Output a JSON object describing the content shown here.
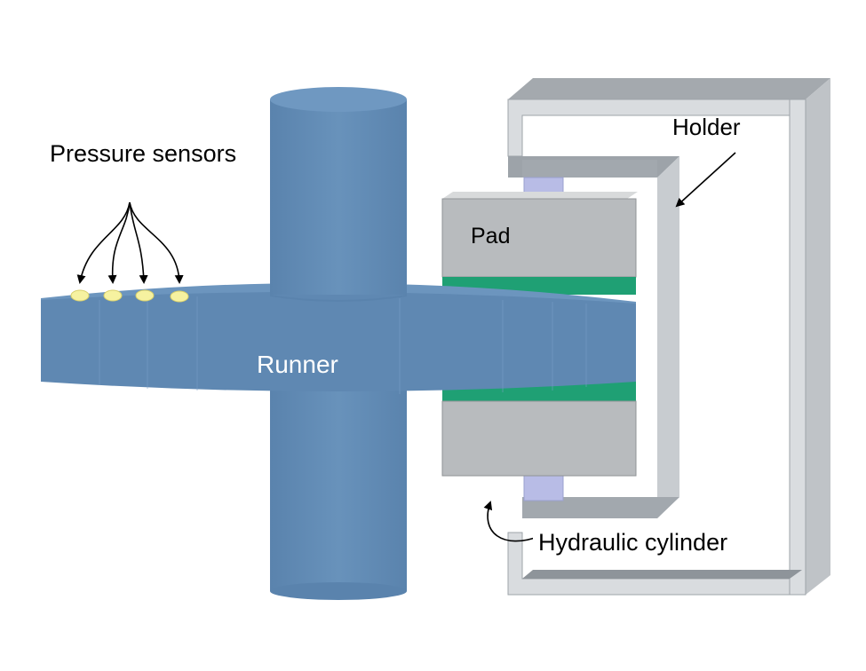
{
  "labels": {
    "pressure_sensors": "Pressure sensors",
    "holder": "Holder",
    "pad": "Pad",
    "runner": "Runner",
    "hydraulic_cylinder": "Hydraulic cylinder"
  },
  "colors": {
    "runner_body": "#5f88b2",
    "runner_top": "#6b94bd",
    "holder": "#d6d9dd",
    "holder_edge": "#9aa1a8",
    "pad": "#b6b9bc",
    "pad_face": "#c9cbcd",
    "film": "#1fa074",
    "cylinder": "#b9bde8",
    "sensor": "#f6f2a0"
  }
}
